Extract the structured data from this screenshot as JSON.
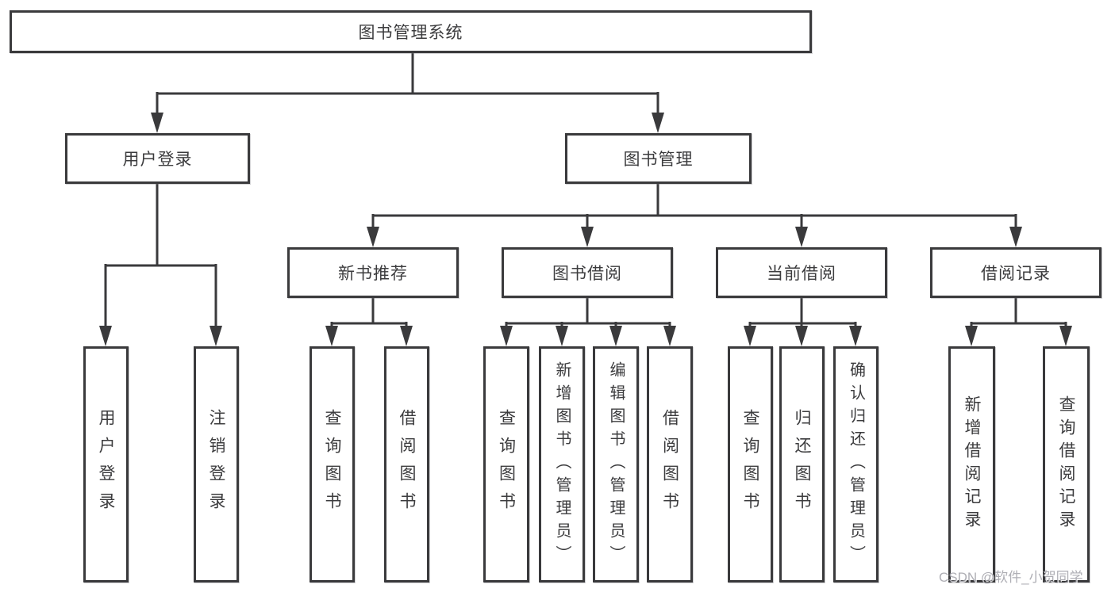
{
  "diagram": {
    "title": "图书管理系统",
    "type": "functional-structure-tree"
  },
  "colors": {
    "line": "#3a3a3c",
    "box_border": "#3a3a3c",
    "text": "#3c3c3e",
    "watermark": "#a5a5ac",
    "background": "#ffffff"
  },
  "tree": {
    "label": "图书管理系统",
    "children": [
      {
        "label": "用户登录",
        "children": [
          {
            "label": "用户登录"
          },
          {
            "label": "注销登录"
          }
        ]
      },
      {
        "label": "图书管理",
        "children": [
          {
            "label": "新书推荐",
            "children": [
              {
                "label": "查询图书"
              },
              {
                "label": "借阅图书"
              }
            ]
          },
          {
            "label": "图书借阅",
            "children": [
              {
                "label": "查询图书"
              },
              {
                "label": "新增图书（管理员）"
              },
              {
                "label": "编辑图书（管理员）"
              },
              {
                "label": "借阅图书"
              }
            ]
          },
          {
            "label": "当前借阅",
            "children": [
              {
                "label": "查询图书"
              },
              {
                "label": "归还图书"
              },
              {
                "label": "确认归还（管理员）"
              }
            ]
          },
          {
            "label": "借阅记录",
            "children": [
              {
                "label": "新增借阅记录"
              },
              {
                "label": "查询借阅记录"
              }
            ]
          }
        ]
      }
    ]
  },
  "watermark": {
    "text": "CSDN @软件_小贺同学"
  }
}
